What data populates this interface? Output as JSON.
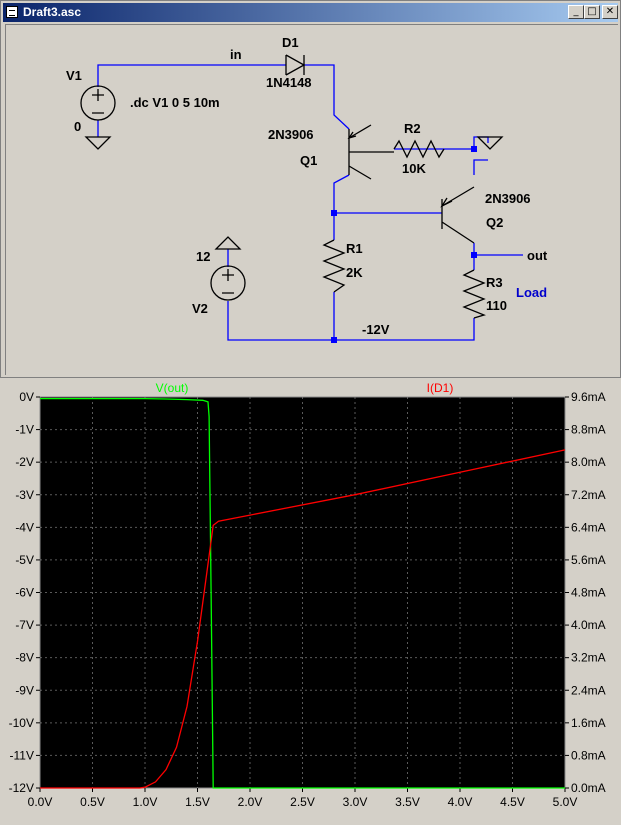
{
  "window": {
    "title": "Draft3.asc",
    "controls": {
      "minimize": "_",
      "maximize": "□",
      "close": "✕"
    }
  },
  "schematic": {
    "labels": {
      "v1": "V1",
      "v1_value": "0",
      "directive": ".dc V1 0 5 10m",
      "d1": "D1",
      "d1_model": "1N4148",
      "net_in": "in",
      "q1_model": "2N3906",
      "q1": "Q1",
      "r2": "R2",
      "r2_value": "10K",
      "q2_model": "2N3906",
      "q2": "Q2",
      "net_out": "out",
      "r1": "R1",
      "r1_value": "2K",
      "v2_value": "12",
      "v2": "V2",
      "r3": "R3",
      "r3_value": "110",
      "net_load": "Load",
      "net_neg12": "-12V"
    },
    "colors": {
      "wire": "#0000ff",
      "component": "#000000",
      "net_label": "#0000cc"
    }
  },
  "chart_data": {
    "type": "line",
    "title": "",
    "xlabel": "",
    "x_ticks": [
      "0.0V",
      "0.5V",
      "1.0V",
      "1.5V",
      "2.0V",
      "2.5V",
      "3.0V",
      "3.5V",
      "4.0V",
      "4.5V",
      "5.0V"
    ],
    "xlim": [
      0,
      5
    ],
    "left_axis": {
      "ticks": [
        "0V",
        "-1V",
        "-2V",
        "-3V",
        "-4V",
        "-5V",
        "-6V",
        "-7V",
        "-8V",
        "-9V",
        "-10V",
        "-11V",
        "-12V"
      ],
      "ylim": [
        -12,
        0
      ]
    },
    "right_axis": {
      "ticks": [
        "9.6mA",
        "8.8mA",
        "8.0mA",
        "7.2mA",
        "6.4mA",
        "5.6mA",
        "4.8mA",
        "4.0mA",
        "3.2mA",
        "2.4mA",
        "1.6mA",
        "0.8mA",
        "0.0mA"
      ],
      "ylim": [
        0,
        9.6
      ]
    },
    "grid": true,
    "background": "#000000",
    "series": [
      {
        "name": "V(out)",
        "axis": "left",
        "color": "#00ff00",
        "x": [
          0.0,
          1.0,
          1.2,
          1.4,
          1.55,
          1.6,
          1.61,
          1.63,
          1.65,
          5.0
        ],
        "y": [
          -0.05,
          -0.05,
          -0.06,
          -0.08,
          -0.1,
          -0.15,
          -0.6,
          -6.0,
          -12.0,
          -12.0
        ]
      },
      {
        "name": "I(D1)",
        "axis": "right",
        "color": "#ff0000",
        "x": [
          0.0,
          0.95,
          1.0,
          1.1,
          1.2,
          1.3,
          1.4,
          1.5,
          1.6,
          1.65,
          1.7,
          2.0,
          3.0,
          4.0,
          5.0
        ],
        "y": [
          0.0,
          0.0,
          0.02,
          0.15,
          0.45,
          1.0,
          2.0,
          3.6,
          5.5,
          6.45,
          6.55,
          6.7,
          7.2,
          7.75,
          8.3
        ]
      }
    ]
  }
}
